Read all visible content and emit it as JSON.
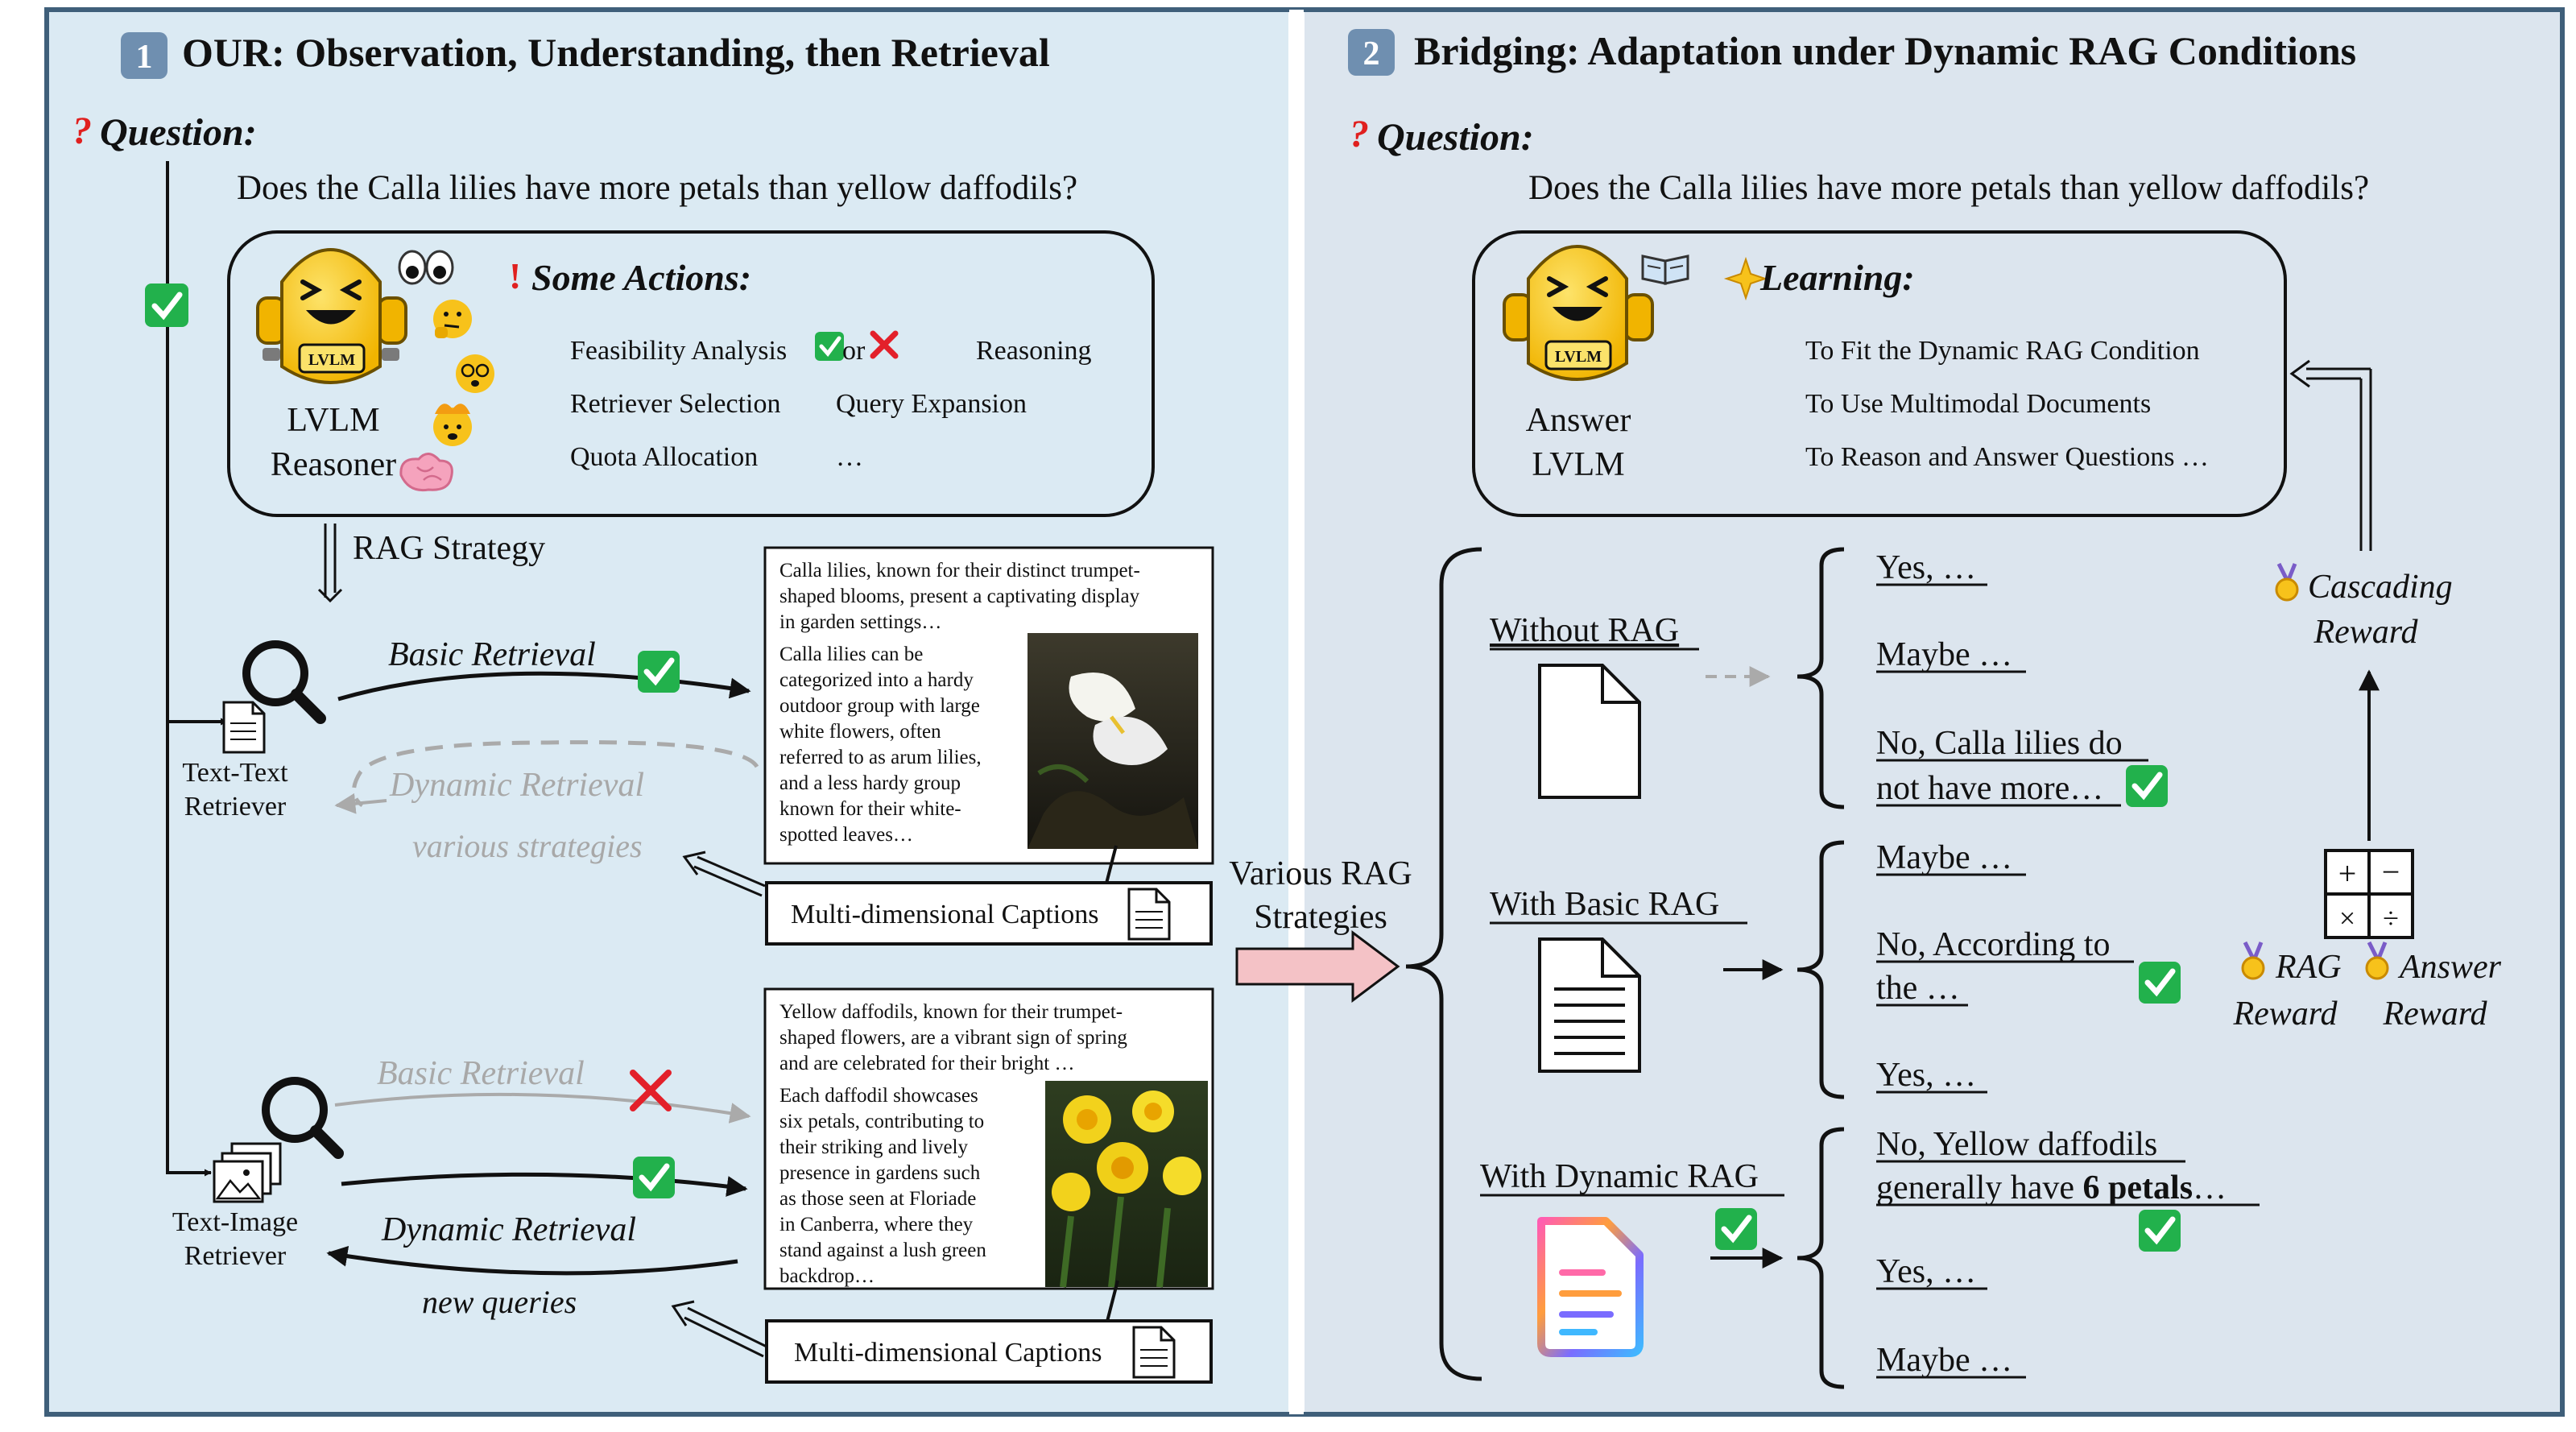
{
  "left_panel": {
    "number": "1",
    "title": "OUR: Observation, Understanding, then Retrieval",
    "question_label": "Question:",
    "question_text": "Does the Calla lilies have more petals than yellow daffodils?",
    "reasoner": {
      "badge": "LVLM",
      "name_line1": "LVLM",
      "name_line2": "Reasoner",
      "actions_title": "Some Actions:",
      "actions": {
        "feasibility": "Feasibility Analysis",
        "or_word": "or",
        "reasoning": "Reasoning",
        "retriever_selection": "Retriever Selection",
        "query_expansion": "Query Expansion",
        "quota_allocation": "Quota Allocation",
        "ellipsis": "…"
      }
    },
    "rag_strategy_label": "RAG Strategy",
    "text_retriever": {
      "label_line1": "Text-Text",
      "label_line2": "Retriever",
      "basic_retrieval": "Basic Retrieval",
      "dynamic_retrieval": "Dynamic Retrieval",
      "dynamic_sub": "various strategies"
    },
    "image_retriever": {
      "label_line1": "Text-Image",
      "label_line2": "Retriever",
      "basic_retrieval": "Basic Retrieval",
      "dynamic_retrieval": "Dynamic Retrieval",
      "dynamic_sub": "new queries"
    },
    "calla_doc": {
      "top": [
        "Calla lilies, known for their distinct trumpet-",
        "shaped blooms, present a captivating display",
        "in garden settings…"
      ],
      "side": [
        "Calla lilies can be",
        "categorized into a hardy",
        "outdoor group with large",
        "white flowers, often",
        "referred to as arum lilies,",
        "and a less hardy group",
        "known for their white-",
        "spotted leaves…"
      ]
    },
    "daffodil_doc": {
      "top": [
        "Yellow daffodils, known for their trumpet-",
        "shaped flowers, are a vibrant sign of spring",
        "and are celebrated for their bright …"
      ],
      "side": [
        "Each daffodil showcases",
        "six petals, contributing to",
        "their striking and lively",
        "presence in gardens such",
        "as those seen at Floriade",
        "in Canberra, where they",
        "stand against a lush green",
        "backdrop…"
      ]
    },
    "captions_label": "Multi-dimensional Captions"
  },
  "middle": {
    "line1": "Various RAG",
    "line2": "Strategies"
  },
  "right_panel": {
    "number": "2",
    "title": "Bridging: Adaptation under Dynamic RAG Conditions",
    "question_label": "Question:",
    "question_text": "Does the Calla lilies have more petals than yellow daffodils?",
    "answerer": {
      "badge": "LVLM",
      "name_line1": "Answer",
      "name_line2": "LVLM",
      "learning_title": "Learning:",
      "items": [
        "To Fit the Dynamic RAG Condition",
        "To Use Multimodal Documents",
        "To Reason and Answer Questions …"
      ]
    },
    "conditions": {
      "without": "Without RAG",
      "basic": "With Basic RAG",
      "dynamic": "With Dynamic RAG"
    },
    "answers": {
      "without": [
        "Yes, …",
        "Maybe …",
        "No, Calla lilies do",
        "not have more…"
      ],
      "basic": [
        "Maybe …",
        "No, According to",
        "the …",
        "Yes, …"
      ],
      "dynamic_line1": "No, Yellow daffodils",
      "dynamic_line2_pre": "generally have ",
      "dynamic_line2_bold": "6 petals",
      "dynamic_line2_post": "…",
      "dynamic_rest": [
        "Yes, …",
        "Maybe …"
      ]
    },
    "rewards": {
      "cascading_line1": "Cascading",
      "cascading_line2": "Reward",
      "rag_line1": "RAG",
      "rag_line2": "Reward",
      "answer_line1": "Answer",
      "answer_line2": "Reward"
    }
  },
  "colors": {
    "left_bg": "#dbeaf3",
    "right_bg": "#dce5ee",
    "frame": "#3f5f7a",
    "check_green": "#22b14c",
    "cross_red": "#e3202a",
    "robot_yellow": "#f7c21b",
    "gray_text": "#a8a8a8",
    "pink_arrow": "#f4c2c6"
  },
  "icons": [
    "number-badge-icon",
    "question-mark-icon",
    "exclamation-icon",
    "robot-icon",
    "eyes-emoji-icon",
    "thinking-emoji-icon",
    "dizzy-emoji-icon",
    "mind-blown-emoji-icon",
    "brain-emoji-icon",
    "book-emoji-icon",
    "sparkle-icon",
    "magnifier-icon",
    "document-icon",
    "image-stack-icon",
    "check-icon",
    "cross-icon",
    "medal-icon",
    "calculator-icon",
    "colorful-document-icon"
  ]
}
